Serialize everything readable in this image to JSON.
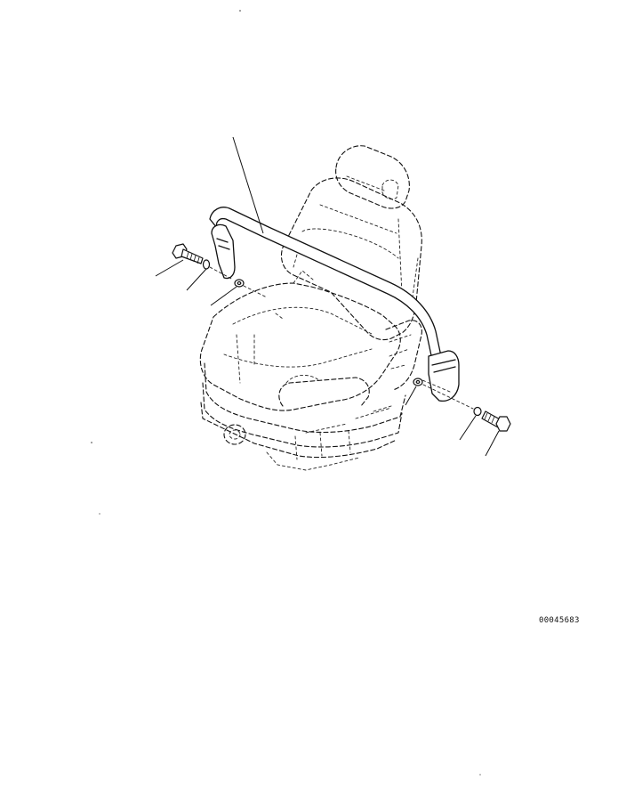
{
  "drawing_number": "00045683",
  "parts": [
    {
      "name": "seat-belt-strap"
    },
    {
      "name": "left-mounting-bolt"
    },
    {
      "name": "left-spring-washer"
    },
    {
      "name": "left-spacer-washer"
    },
    {
      "name": "right-spacer-washer"
    },
    {
      "name": "right-spring-washer"
    },
    {
      "name": "right-mounting-bolt"
    }
  ]
}
